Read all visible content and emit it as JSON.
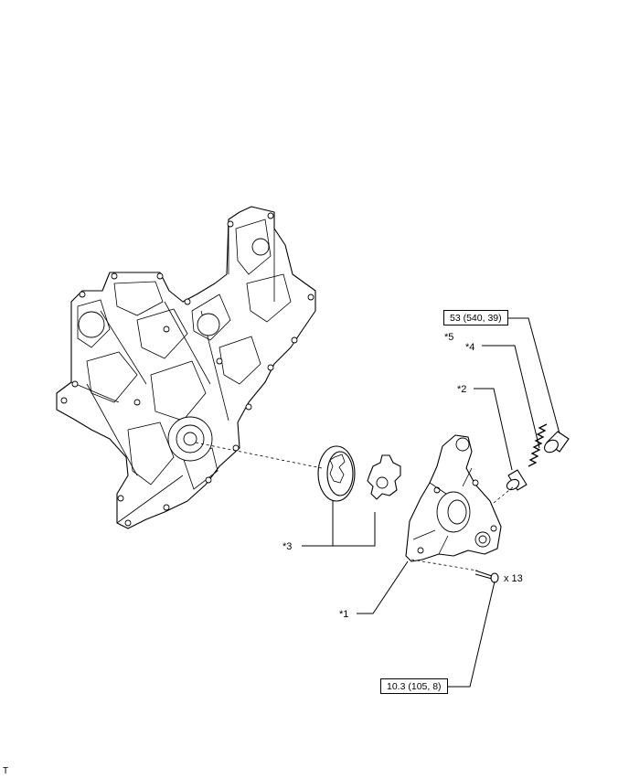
{
  "callouts": {
    "c1": "*1",
    "c2": "*2",
    "c3": "*3",
    "c4": "*4",
    "c5": "*5"
  },
  "torque": {
    "relief_plug": "53 (540, 39)",
    "pump_bolt": "10.3 (105, 8)"
  },
  "quantity": "x 13",
  "corner_mark": "T"
}
